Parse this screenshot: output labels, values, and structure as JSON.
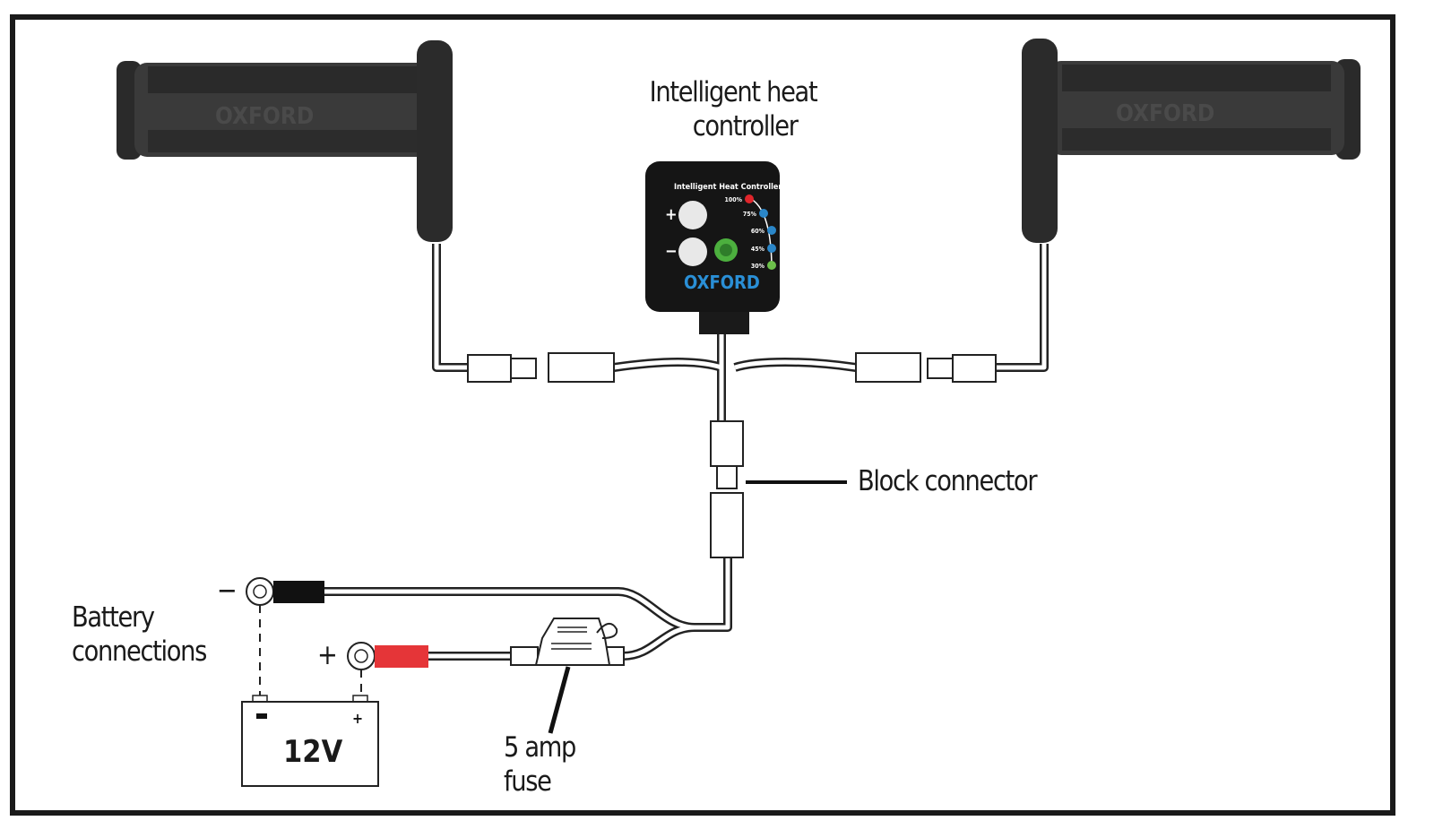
{
  "labels": {
    "controller_title_line1": "Intelligent heat",
    "controller_title_line2": "controller",
    "block_connector": "Block connector",
    "battery_line1": "Battery",
    "battery_line2": "connections",
    "fuse_line1": "5 amp",
    "fuse_line2": "fuse",
    "negative_sign": "−",
    "positive_sign": "+"
  },
  "controller": {
    "panel_title": "Intelligent Heat Controller",
    "plus": "+",
    "minus": "−",
    "levels": [
      "100%",
      "75%",
      "60%",
      "45%",
      "30%"
    ],
    "level_colors": [
      "#e0252b",
      "#2a86c8",
      "#2a86c8",
      "#2a86c8",
      "#6cc04a"
    ],
    "brand": "OXFORD",
    "brand_color": "#2a8fd6"
  },
  "grips": {
    "brand": "OXFORD"
  },
  "battery": {
    "voltage": "12V",
    "neg": "−",
    "pos": "+"
  },
  "colors": {
    "negative_lead": "#111111",
    "positive_lead": "#e53538",
    "frame": "#1a1a1a"
  }
}
